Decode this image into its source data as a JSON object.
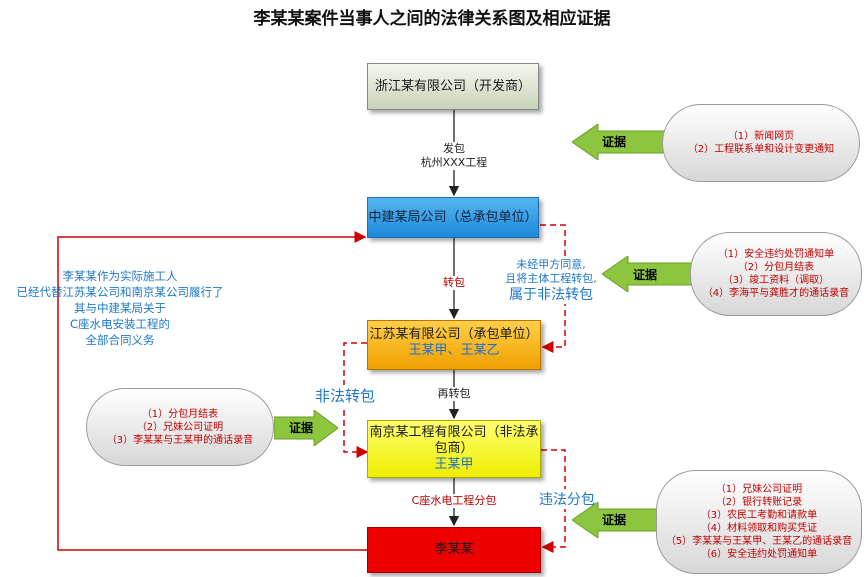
{
  "title": "李某某案件当事人之间的法律关系图及相应证据",
  "nodes": {
    "developer": {
      "label": "浙江某有限公司（开发商）"
    },
    "general": {
      "label": "中建某局公司（总承包单位）"
    },
    "jiangsu": {
      "label": "江苏某有限公司（承包单位）",
      "persons": "王某甲、王某乙"
    },
    "nanjing": {
      "label1": "南京某工程有限公司（非法承",
      "label2": "包商）",
      "persons": "王某甲"
    },
    "li": {
      "label": "李某某"
    }
  },
  "edges": {
    "contract_line1": "发包",
    "contract_line2": "杭州XXX工程",
    "subcontract": "转包",
    "re_subcontract": "再转包",
    "c_seat": "C座水电工程分包"
  },
  "notes": {
    "left_lines": [
      "李某某作为实际施工人",
      "已经代替江苏某公司和南京某公司履行了",
      "其与中建某局关于",
      "C座水电安装工程的",
      "全部合同义务"
    ],
    "right_small1": "未经甲方同意,",
    "right_small2": "且将主体工程转包,",
    "illegal_transfer_1": "属于非法转包",
    "illegal_transfer_2": "非法转包",
    "illegal_subcontract": "违法分包"
  },
  "evidence_label": "证据",
  "evidence_groups": {
    "g1": [
      "（1）新闻网页",
      "（2）工程联系单和设计变更通知"
    ],
    "g2": [
      "（1）安全违约处罚通知单",
      "（2）分包月结表",
      "（3）竣工资料（调取）",
      "（4）李海平与龚胜才的通话录音"
    ],
    "g3": [
      "（1）分包月结表",
      "（2）兄妹公司证明",
      "（3）李某某与王某甲的通话录音"
    ],
    "g4": [
      "（1）兄妹公司证明",
      "（2）银行转账记录",
      "（3）农民工考勤和请款单",
      "（4）材料领取和购买凭证",
      "（5）李某某与王某甲、王某乙的通话录音",
      "（6）安全违约处罚通知单"
    ]
  }
}
